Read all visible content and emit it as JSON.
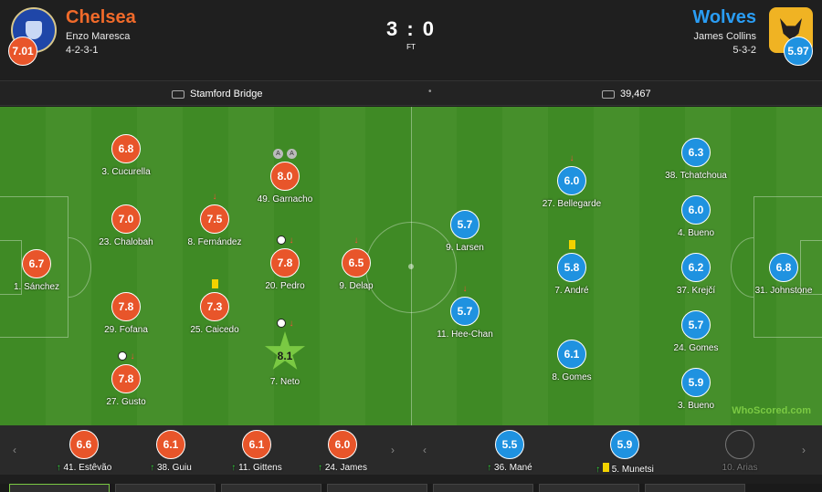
{
  "match": {
    "home": {
      "name": "Chelsea",
      "manager": "Enzo Maresca",
      "formation": "4-2-3-1",
      "rating": "7.01",
      "color": "#e8552a"
    },
    "away": {
      "name": "Wolves",
      "manager": "James Collins",
      "formation": "5-3-2",
      "rating": "5.97",
      "color": "#1f92e0"
    },
    "score": "3 : 0",
    "status": "FT",
    "venue": "Stamford Bridge",
    "attendance": "39,467",
    "separator": "•"
  },
  "home_players": [
    {
      "rating": "6.7",
      "name": "1. Sánchez"
    },
    {
      "rating": "6.8",
      "name": "3. Cucurella"
    },
    {
      "rating": "7.0",
      "name": "23. Chalobah"
    },
    {
      "rating": "7.8",
      "name": "29. Fofana"
    },
    {
      "rating": "7.8",
      "name": "27. Gusto"
    },
    {
      "rating": "7.5",
      "name": "8. Fernández"
    },
    {
      "rating": "7.3",
      "name": "25. Caicedo"
    },
    {
      "rating": "8.0",
      "name": "49. Garnacho"
    },
    {
      "rating": "7.8",
      "name": "20. Pedro"
    },
    {
      "rating": "8.1",
      "name": "7. Neto"
    },
    {
      "rating": "6.5",
      "name": "9. Delap"
    }
  ],
  "away_players": [
    {
      "rating": "5.7",
      "name": "9. Larsen"
    },
    {
      "rating": "5.7",
      "name": "11. Hee-Chan"
    },
    {
      "rating": "6.0",
      "name": "27. Bellegarde"
    },
    {
      "rating": "5.8",
      "name": "7. André"
    },
    {
      "rating": "6.1",
      "name": "8. Gomes"
    },
    {
      "rating": "6.3",
      "name": "38. Tchatchoua"
    },
    {
      "rating": "6.0",
      "name": "4. Bueno"
    },
    {
      "rating": "6.2",
      "name": "37. Krejčí"
    },
    {
      "rating": "5.7",
      "name": "24. Gomes"
    },
    {
      "rating": "5.9",
      "name": "3. Bueno"
    },
    {
      "rating": "6.8",
      "name": "31. Johnstone"
    }
  ],
  "home_subs": [
    {
      "rating": "6.6",
      "name": "41. Estêvão"
    },
    {
      "rating": "6.1",
      "name": "38. Guiu"
    },
    {
      "rating": "6.1",
      "name": "11. Gittens"
    },
    {
      "rating": "6.0",
      "name": "24. James"
    }
  ],
  "away_subs": [
    {
      "rating": "5.5",
      "name": "36. Mané"
    },
    {
      "rating": "5.9",
      "name": "5. Munetsi"
    },
    {
      "rating": "",
      "name": "10. Arias"
    }
  ],
  "icons": {
    "assist_label": "A",
    "arrow_down": "↓",
    "arrow_up": "↑",
    "nav_prev": "‹",
    "nav_next": "›"
  },
  "brand": {
    "prefix": "Who",
    "middle": "Scored",
    "suffix": ".com"
  }
}
